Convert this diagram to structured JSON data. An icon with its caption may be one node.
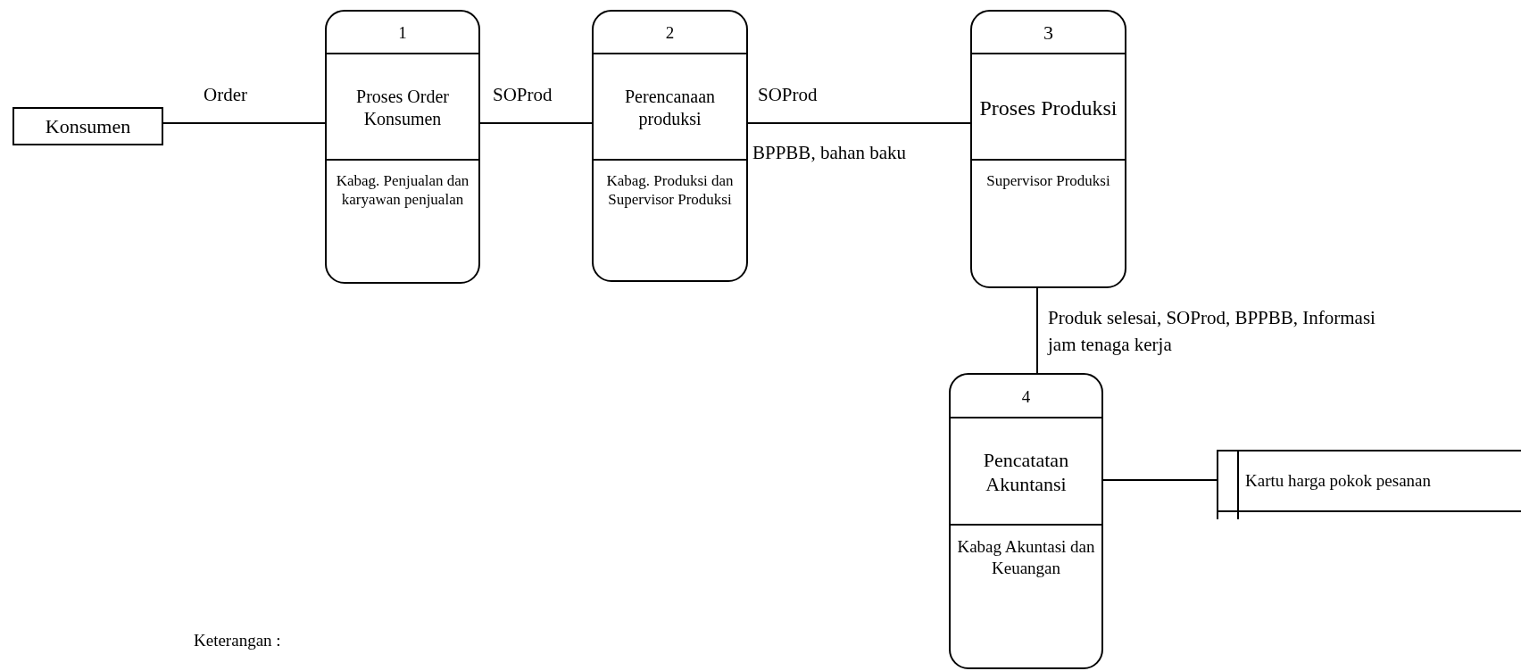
{
  "diagram": {
    "nodes": [
      {
        "text": [
          "Konsumen"
        ]
      },
      {
        "text": [
          "1",
          "Proses Order Konsumen",
          "Kabag. Penjualan dan karyawan penjualan"
        ]
      },
      {
        "text": [
          "2",
          "Perencanaan produksi",
          "Kabag. Produksi dan Supervisor Produksi"
        ]
      },
      {
        "text": [
          "3",
          "Proses Produksi",
          "Supervisor Produksi"
        ]
      },
      {
        "text": [
          "4",
          "Pencatatan Akuntansi",
          "Kabag Akuntasi dan Keuangan"
        ]
      },
      {
        "text": [
          "Kartu harga pokok pesanan"
        ]
      }
    ],
    "edges": [
      {
        "from": 0,
        "to": 1,
        "arrow": "none",
        "label": "Order"
      },
      {
        "from": 1,
        "to": 2,
        "arrow": "none",
        "label": "SOProd"
      },
      {
        "from": 2,
        "to": 3,
        "arrow": "none",
        "label": "SOProd"
      },
      {
        "from": 3,
        "to": 4,
        "arrow": "none",
        "label": "Produk selesai, SOProd, BPPBB, Informasi jam tenaga kerja"
      },
      {
        "from": 4,
        "to": 5,
        "arrow": "none"
      }
    ],
    "labels": [
      "BPPBB, bahan baku",
      "Keterangan :"
    ]
  }
}
